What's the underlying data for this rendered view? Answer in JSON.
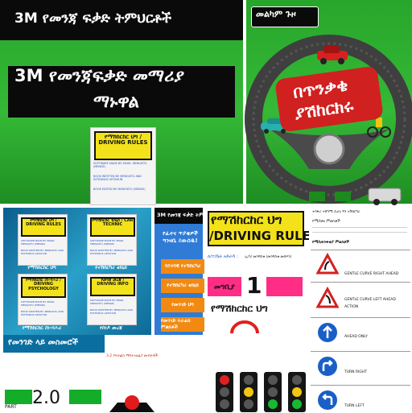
{
  "panel_a": {
    "header": "3M የመንጃ ፍቃድ ትምህርቶች",
    "title_line1": "3M የመንጃፍቃድ መማሪያ",
    "title_line2": "ማኑዋል",
    "card": {
      "heading": "የማሽከርከር ህግ / DRIVING RULES",
      "line1": "SOFTWARE MADE BY: ENGR. MENGISTU (MENGE)",
      "line2": "BOOK WRITTEN BY: MENGISTU AND ESTIFANOS GETAHUN",
      "line3": "BOOK EDITED BY: MENGISTU (MENGE)"
    }
  },
  "panel_b": {
    "badge": "መልካም ጉዞ",
    "wheel_line1": "በጥንቃቄ",
    "wheel_line2": "ያሽከርክሩ"
  },
  "panel_c": {
    "cards": [
      {
        "heading": "የማሽከርከር ህግ / DRIVING RULES",
        "caption": "የማሽከርከር ህግ"
      },
      {
        "heading": "የማሽከርከር ቴክኒክ / CAR TECHNIC",
        "caption": "የተሽከርካሪ ቴክኒክ"
      },
      {
        "heading": "የማሽከርከር ስነ-ባሕሪ / DRIVING PSYCHOLOGY",
        "caption": "የማሽከርከር ስነ-ባሕሪ"
      },
      {
        "heading": "የመንጃ መረጃ / DRIVING INFO",
        "caption": "የሰነዶ መረጃ"
      }
    ],
    "card_line1": "SOFTWARE MADE BY: ENGR. MENGISTU (MENGE)",
    "card_line2": "BOOK WRITTEN BY: MENGISTU AND ESTIFANOS GETAHUN"
  },
  "panel_d": {
    "header": "3M የመንጃ ፍቃድ ትምህርቶች",
    "title": "የፈተና ጥያቄዎች ግንዛቤ ይውሰዱ!",
    "buttons": [
      "ሳይንሳዊ የተሽከርካሪ",
      "የተሽከርካሪ ቴክኒክ",
      "የመንገድ ህግ",
      "የመንገድ ትራፊክ ምልክቶች"
    ]
  },
  "panel_e": {
    "heading_line1": "የማሽከርከር ህግ",
    "heading_line2": "/DRIVING RULE",
    "subheading": "ለ/ተ/ቤት አድራሻ : ",
    "author": "ኢ/ን/ መንግስቱ (መንግስቱ መስፍን)",
    "number": "1",
    "number_label": "መግቢያ",
    "footer": "የማሽከርከር ህግ"
  },
  "panel_f": {
    "top1": "ተሳፋሪ ተሸካሚ ሲሆኑ ግን አሽከርካሪ",
    "top2": "የሚሰጡ ምልክቶች",
    "section_title": "የማስጠንቀቂያ ምልክቶች",
    "rows": [
      {
        "label": "GENTLE CURVE RIGHT AHEAD"
      },
      {
        "label": "GENTLE CURVE LEFT AHEAD"
      },
      {
        "label": "AHEAD ONLY"
      },
      {
        "label": "TURN RIGHT"
      },
      {
        "label": "TURN LEFT"
      }
    ],
    "action": "ACTION"
  },
  "panel_g": {
    "header": "የመንገድ ላይ መስመሮች",
    "subtitle": "3.2 የትራፊክ ማስተላለፊያ መብራቶች",
    "part_label": "PART",
    "part_number": "2.0"
  },
  "colors": {
    "green": "#2eac30",
    "yellow": "#f3e21a",
    "orange": "#f28a12",
    "blue": "#2f7bd6",
    "pink": "#ff2d86",
    "road_blue": "#0b6ea0"
  }
}
